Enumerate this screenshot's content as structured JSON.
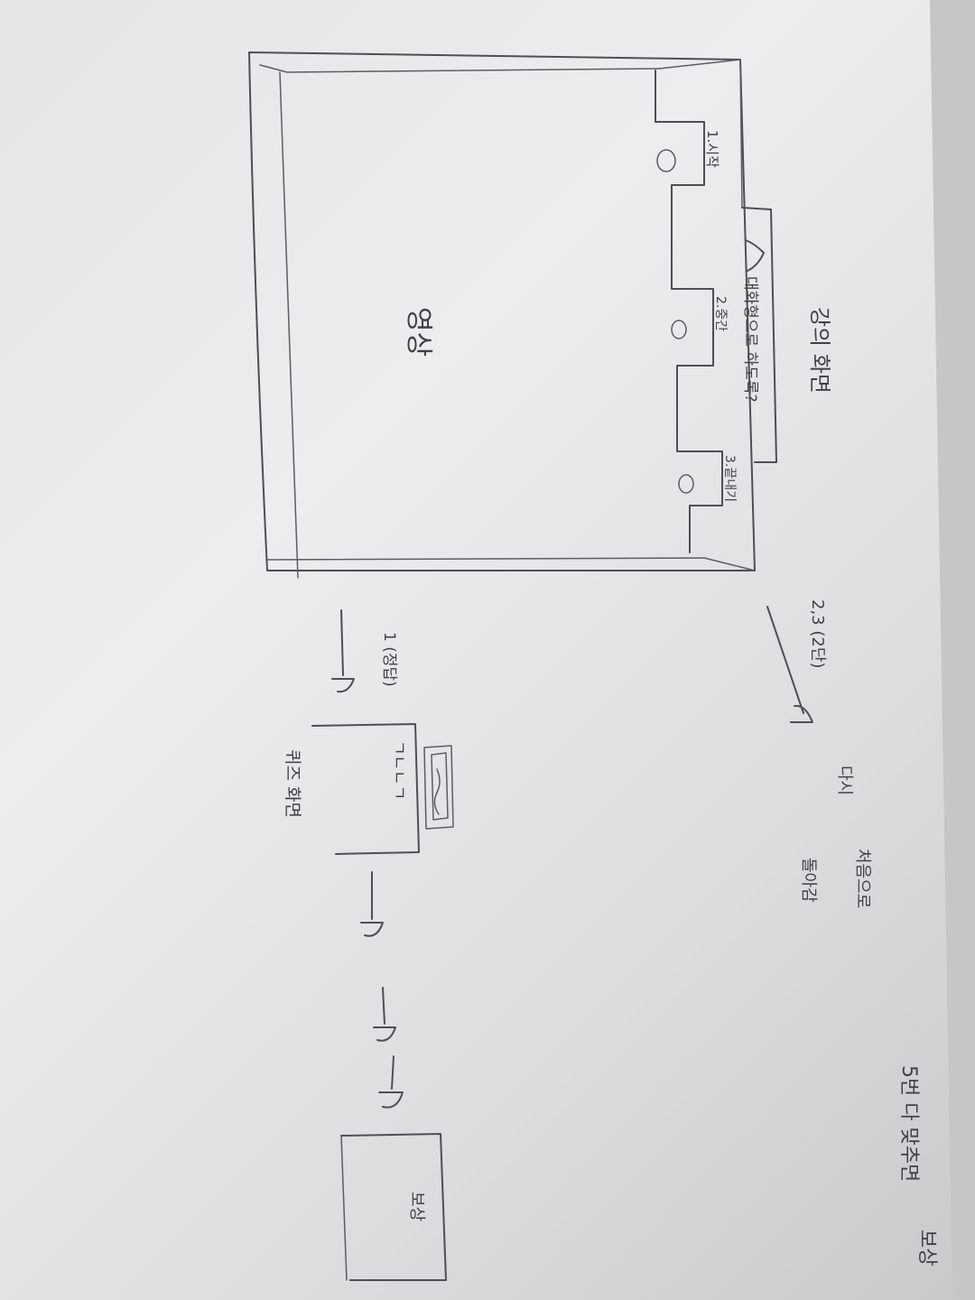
{
  "sketch": {
    "title": "강의 화면",
    "center_label": "영상",
    "panel_label": "대화형으로 하도록?",
    "slot_labels": [
      "1.시작",
      "2.중간",
      "3.끝내기"
    ],
    "flow_upper": "2,3 (2단)",
    "flow_upper_note_1": "다시",
    "flow_upper_note_2": "처음으로",
    "flow_upper_note_3": "돌아감",
    "flow_lower": "1 (정답)",
    "box_label": "ㄱㄴㄴㄱ",
    "quiz_caption": "퀴즈 화면",
    "reward_label": "보상",
    "reward_caption": "5번 다 맞추면",
    "reward_caption_2": "보상"
  },
  "colors": {
    "paper": "#ecedee",
    "ink": "#4d4f55",
    "background": "#c9cbcd"
  }
}
